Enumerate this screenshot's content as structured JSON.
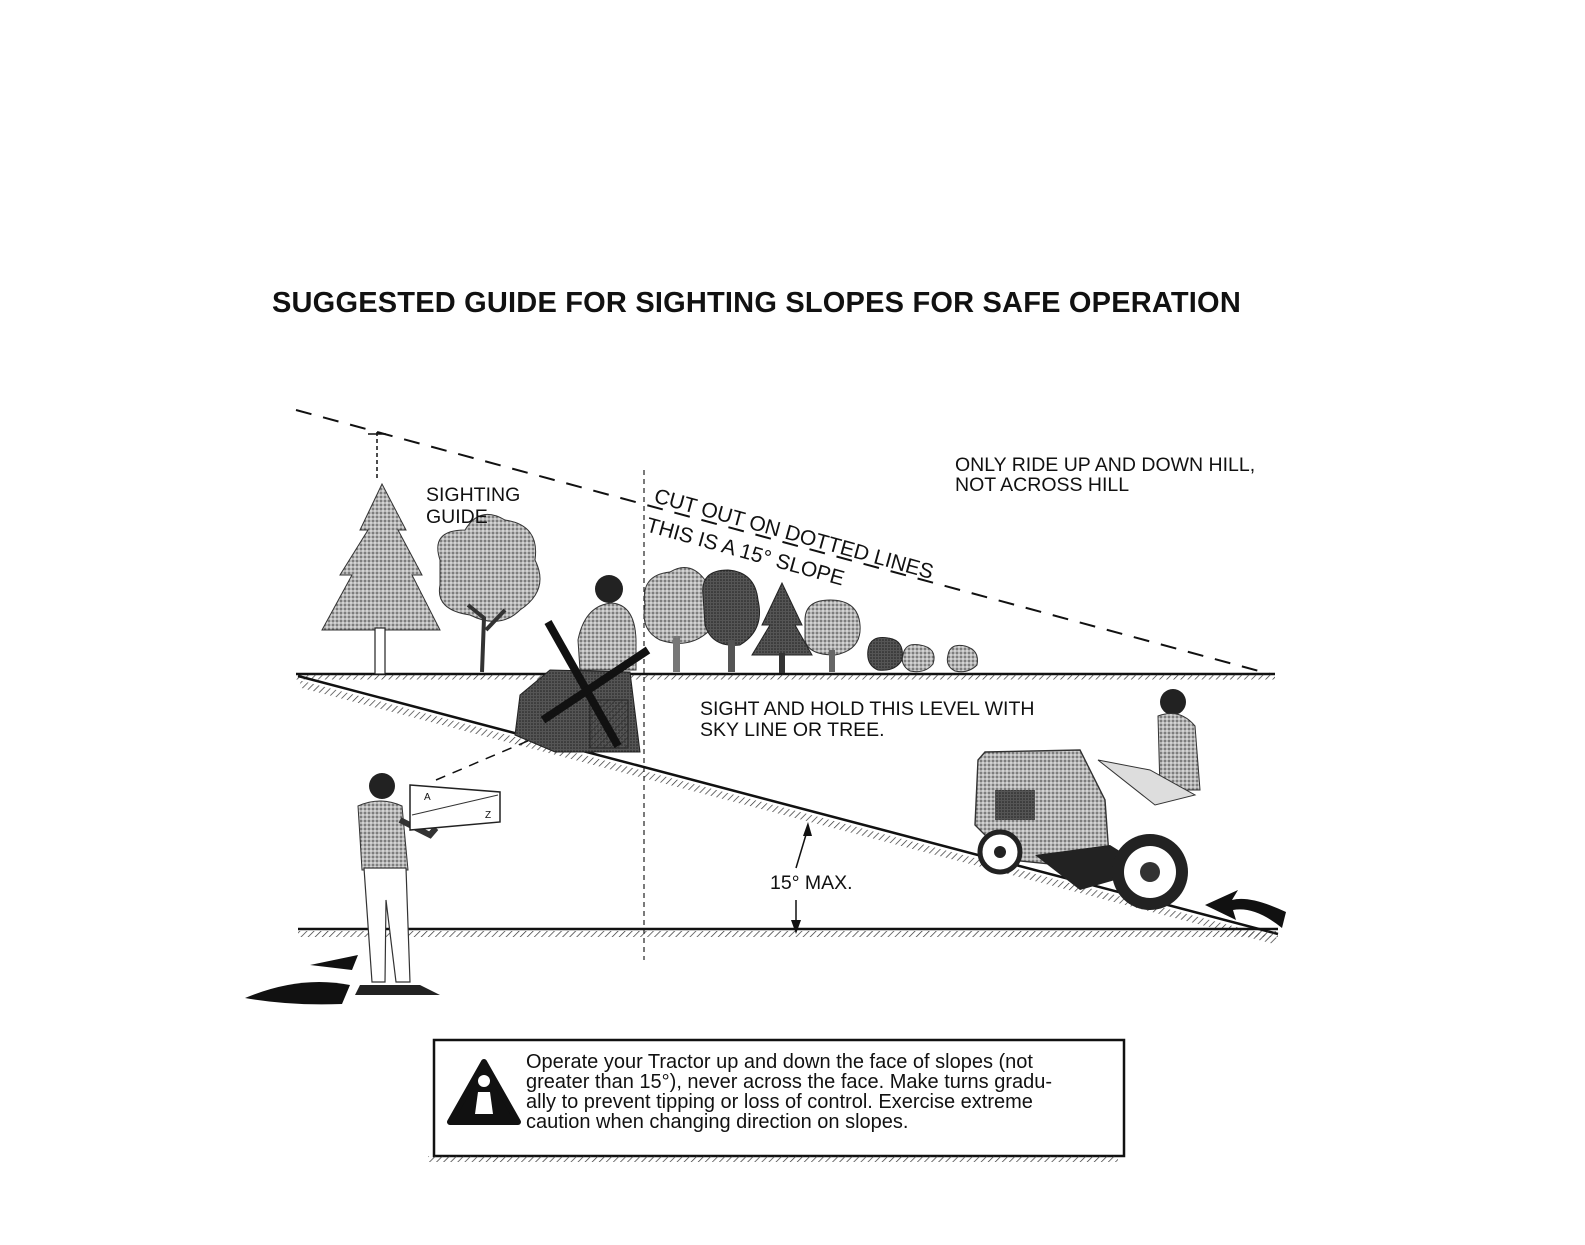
{
  "title": "SUGGESTED GUIDE FOR SIGHTING SLOPES FOR SAFE OPERATION",
  "labels": {
    "sighting_guide": [
      "SIGHTING",
      "GUIDE"
    ],
    "ride_instruction": [
      "ONLY RIDE UP AND DOWN HILL,",
      "NOT ACROSS HILL"
    ],
    "cut_out": "CUT OUT ON DOTTED LINES",
    "slope_note": "THIS IS A 15° SLOPE",
    "sight_hold": [
      "SIGHT AND HOLD THIS LEVEL WITH",
      "SKY LINE OR TREE."
    ],
    "max_angle": "15° MAX."
  },
  "warning": {
    "lines": [
      "Operate your Tractor up and down the face of slopes (not",
      "greater than 15°), never across the face. Make turns gradu-",
      "ally to prevent tipping or loss of control. Exercise extreme",
      "caution when changing direction on slopes."
    ]
  },
  "icons": {
    "warning": "warning-triangle-icon",
    "prohibited": "x-mark-icon",
    "direction": "arrow-icon"
  },
  "colors": {
    "ink": "#111111",
    "foliage": "#8a8a8a",
    "foliage_dark": "#4a4a4a",
    "background": "#ffffff"
  }
}
